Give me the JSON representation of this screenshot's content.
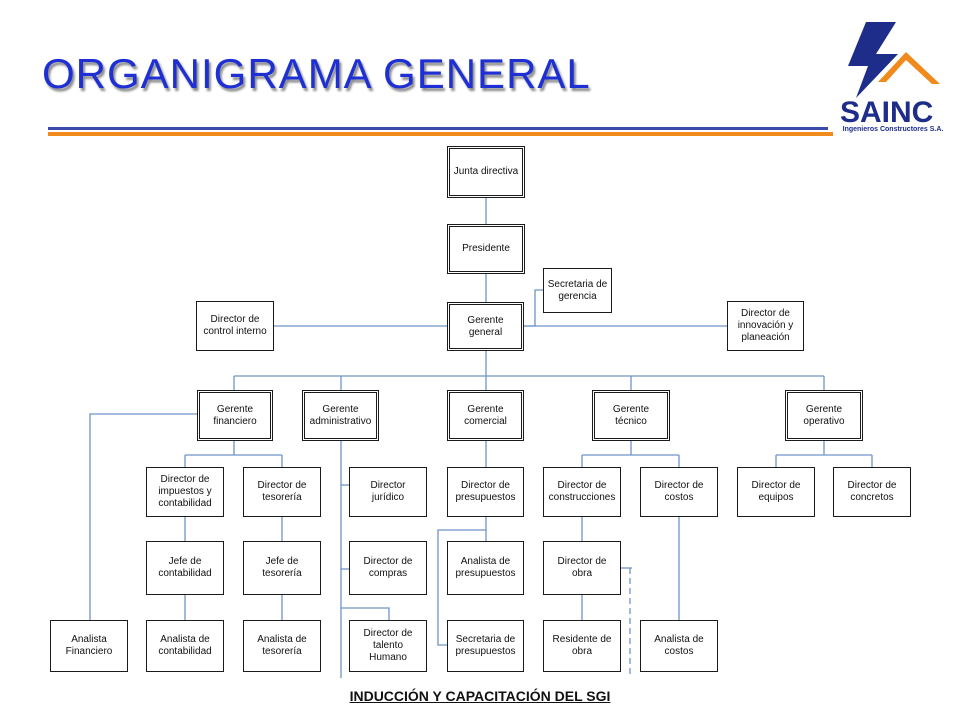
{
  "header": {
    "title": "ORGANIGRAMA GENERAL",
    "logo_text": "SAINC",
    "logo_subtitle": "Ingenieros Constructores S.A."
  },
  "colors": {
    "title_blue": "#1e2fd4",
    "rule_blue": "#3a4aa8",
    "rule_orange": "#f08a1c",
    "logo_blue": "#1e2c8a",
    "logo_orange": "#f08a1c"
  },
  "org": {
    "junta": "Junta directiva",
    "presidente": "Presidente",
    "secretaria_gerencia": "Secretaria de gerencia",
    "gerente_general": "Gerente general",
    "director_control": "Director de control interno",
    "director_innovacion": "Director de innovación y planeación",
    "gerente_financiero": "Gerente financiero",
    "gerente_administrativo": "Gerente administrativo",
    "gerente_comercial": "Gerente comercial",
    "gerente_tecnico": "Gerente técnico",
    "gerente_operativo": "Gerente operativo",
    "director_impuestos": "Director de impuestos y contabilidad",
    "director_tesoreria": "Director de tesorería",
    "director_juridico": "Director jurídico",
    "director_presupuestos": "Director de presupuestos",
    "director_construcciones": "Director de construcciones",
    "director_costos": "Director de costos",
    "director_equipos": "Director de equipos",
    "director_concretos": "Director de concretos",
    "jefe_contabilidad": "Jefe de contabilidad",
    "jefe_tesoreria": "Jefe de tesorería",
    "director_compras": "Director de compras",
    "analista_presupuestos": "Analista de presupuestos",
    "director_obra": "Director de obra",
    "analista_financiero": "Analista Financiero",
    "analista_contabilidad": "Analista de contabilidad",
    "analista_tesoreria": "Analista de tesorería",
    "director_talento": "Director de talento Humano",
    "secretaria_presupuestos": "Secretaria de presupuestos",
    "residente_obra": "Residente de obra",
    "analista_costos": "Analista de costos"
  },
  "footer": "INDUCCIÓN Y CAPACITACIÓN DEL SGI"
}
